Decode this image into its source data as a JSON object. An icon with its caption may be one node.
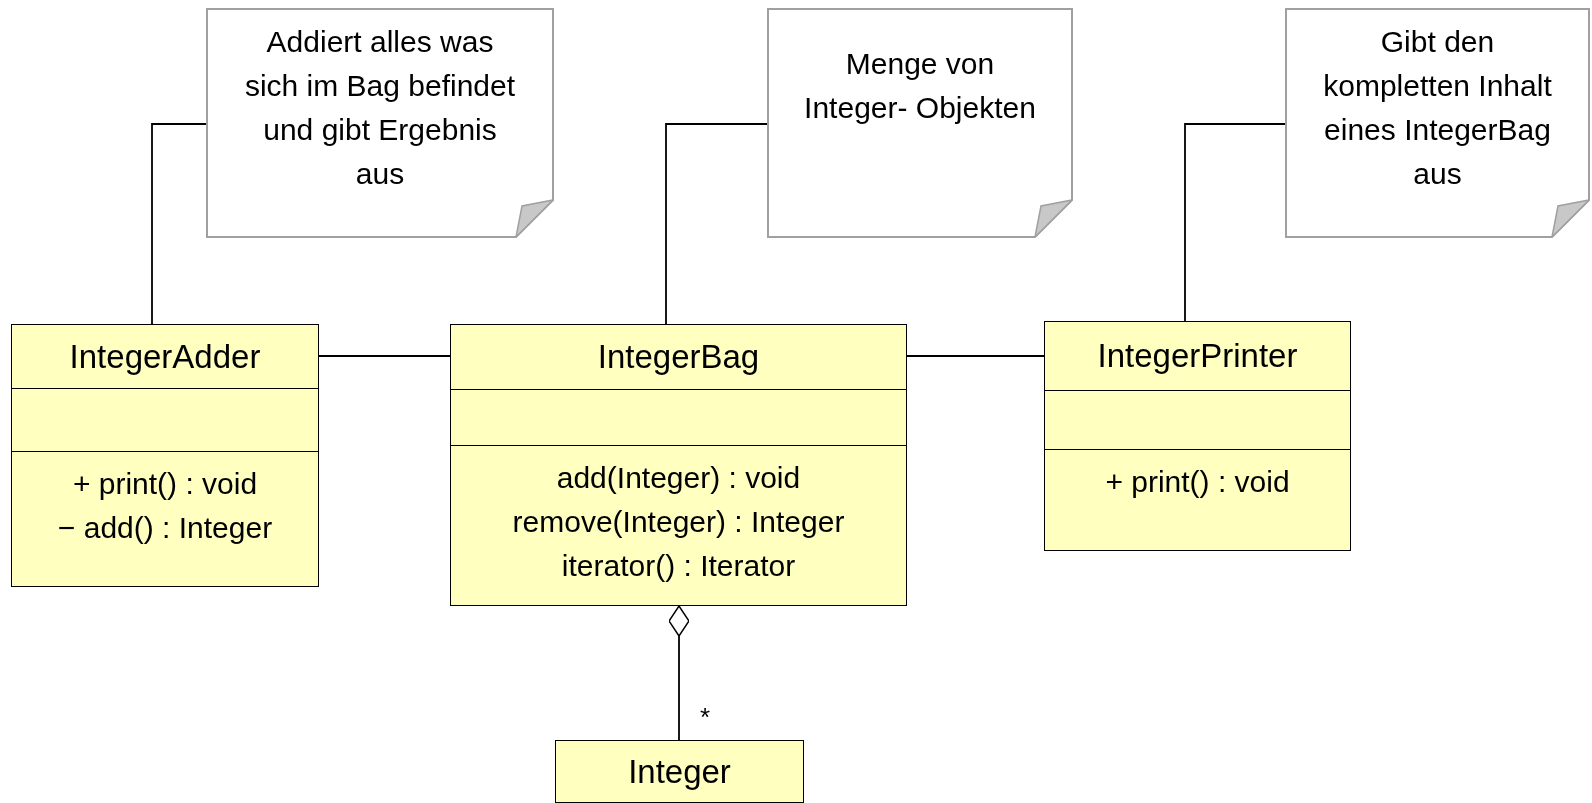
{
  "diagram": {
    "nodes": [
      {
        "text": [
          "Addiert alles was sich im Bag befindet und gibt Ergebnis aus"
        ]
      },
      {
        "text": [
          "Menge von Integer- Objekten"
        ]
      },
      {
        "text": [
          "Gibt den kompletten Inhalt eines IntegerBag aus"
        ]
      },
      {
        "text": [
          "IntegerAdder",
          "+ print() : void",
          "− add() : Integer"
        ]
      },
      {
        "text": [
          "IntegerBag",
          "add(Integer) : void",
          "remove(Integer) : Integer",
          "iterator() : Iterator"
        ]
      },
      {
        "text": [
          "IntegerPrinter",
          "+ print() : void"
        ]
      },
      {
        "text": [
          "Integer"
        ]
      }
    ],
    "edges": [
      {
        "from": 0,
        "to": 3,
        "arrow": "none"
      },
      {
        "from": 1,
        "to": 4,
        "arrow": "none"
      },
      {
        "from": 2,
        "to": 5,
        "arrow": "none"
      },
      {
        "from": 3,
        "to": 4,
        "arrow": "none"
      },
      {
        "from": 4,
        "to": 5,
        "arrow": "none"
      },
      {
        "from": 4,
        "to": 6,
        "arrow": "other"
      }
    ],
    "labels": [
      "*"
    ]
  }
}
